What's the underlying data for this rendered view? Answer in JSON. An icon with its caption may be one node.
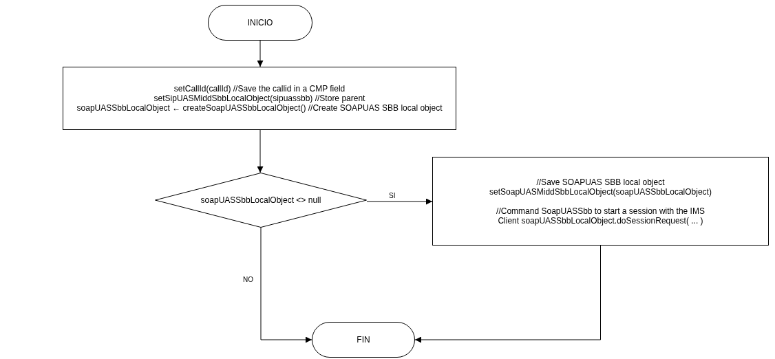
{
  "diagram": {
    "nodes": [
      {
        "text": [
          "INICIO"
        ]
      },
      {
        "text": [
          "setCallId(callId) //Save the callid in a CMP field",
          "setSipUASMiddSbbLocalObject(sipuassbb) //Store parent",
          "soapUASSbbLocalObject ← createSoapUASSbbLocalObject() //Create SOAPUAS SBB local object"
        ]
      },
      {
        "text": [
          "soapUASSbbLocalObject <> null"
        ]
      },
      {
        "text": [
          "//Save SOAPUAS SBB local object setSoapUASMiddSbbLocalObject(soapUASSbbLocalObject)",
          "//Command SoapUASSbb to start a session with the IMS Client soapUASSbbLocalObject.doSessionRequest( ... )"
        ]
      },
      {
        "text": [
          "FIN"
        ]
      }
    ],
    "edges": [
      {
        "from": 0,
        "to": 1,
        "arrow": "to"
      },
      {
        "from": 1,
        "to": 2,
        "arrow": "to"
      },
      {
        "from": 2,
        "to": 3,
        "arrow": "to",
        "label": "SI"
      },
      {
        "from": 2,
        "to": 4,
        "arrow": "to",
        "label": "NO"
      },
      {
        "from": 3,
        "to": 4,
        "arrow": "to"
      }
    ]
  }
}
